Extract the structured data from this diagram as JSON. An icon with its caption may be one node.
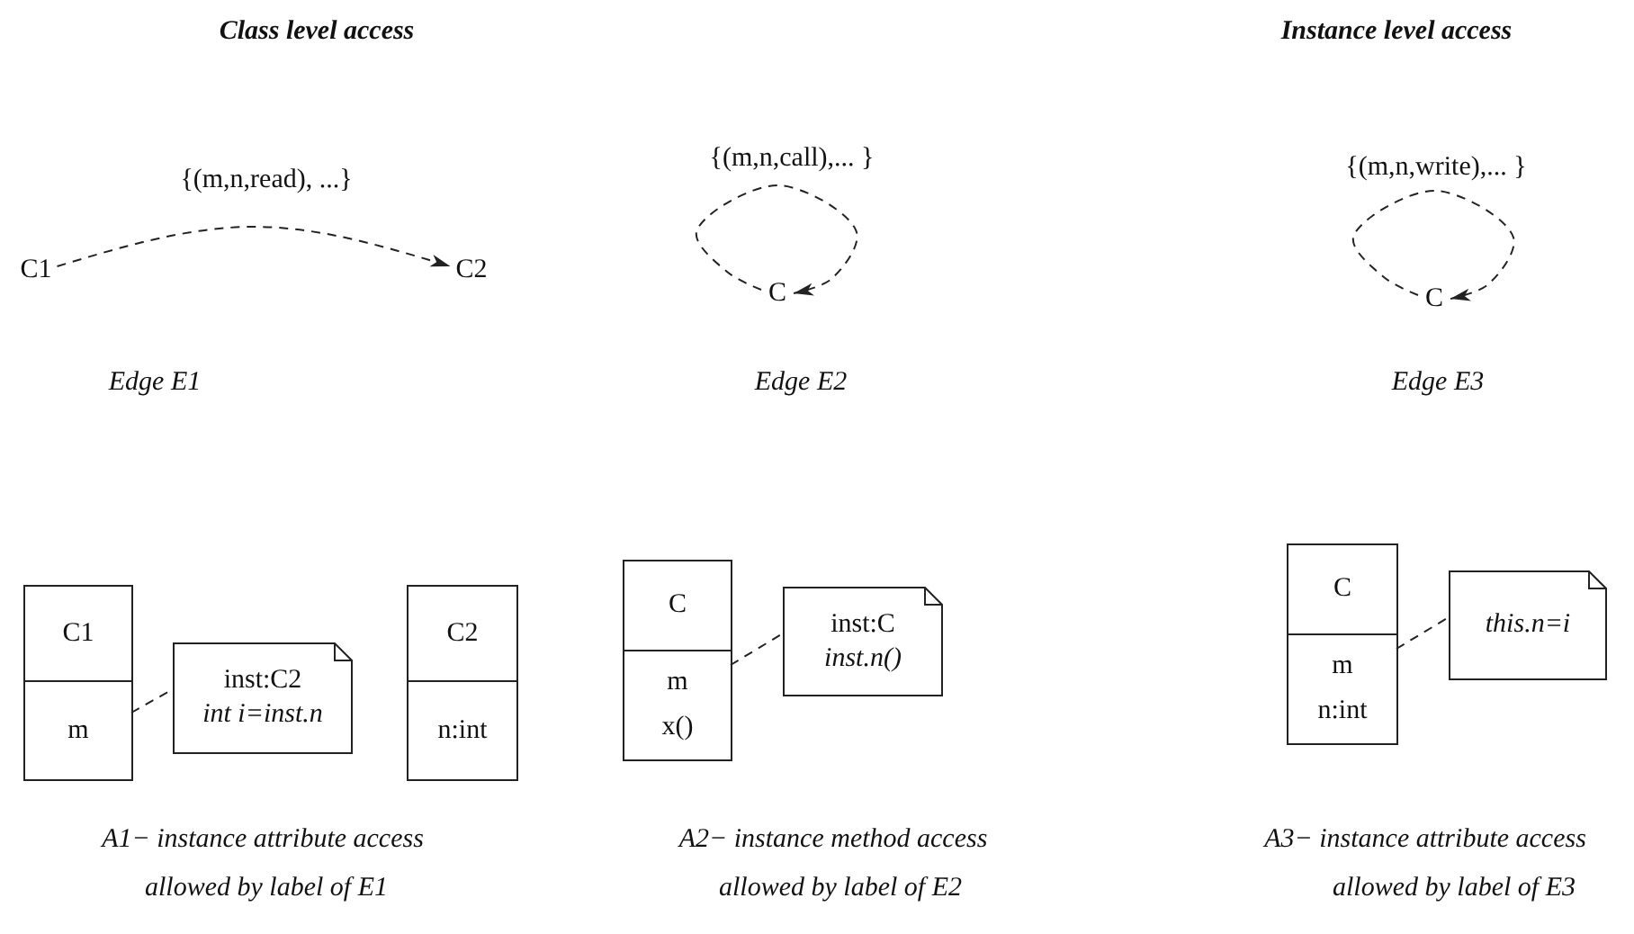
{
  "diagram": {
    "nodes": [
      {
        "text": [
          "C1"
        ]
      },
      {
        "text": [
          "C2"
        ]
      },
      {
        "text": [
          "C"
        ]
      },
      {
        "text": [
          "C"
        ]
      },
      {
        "text": [
          "C1"
        ]
      },
      {
        "text": [
          "m"
        ],
        "in": 4
      },
      {
        "text": [
          "inst:C2",
          "int i=inst.n"
        ]
      },
      {
        "text": [
          "C2"
        ]
      },
      {
        "text": [
          "n:int"
        ],
        "in": 7
      },
      {
        "text": [
          "C"
        ]
      },
      {
        "text": [
          "m",
          "x()"
        ],
        "in": 9
      },
      {
        "text": [
          "inst:C",
          "inst.n()"
        ]
      },
      {
        "text": [
          "C"
        ]
      },
      {
        "text": [
          "m",
          "n:int"
        ],
        "in": 12
      },
      {
        "text": [
          "this.n=i"
        ]
      }
    ],
    "edges": [
      {
        "from": 0,
        "to": 1,
        "arrow": "to",
        "style": "dashed",
        "label": "{(m,n,read), ...}"
      },
      {
        "from": 2,
        "to": 2,
        "arrow": "to",
        "style": "dashed",
        "label": "{(m,n,call),... }"
      },
      {
        "from": 3,
        "to": 3,
        "arrow": "to",
        "style": "dashed",
        "label": "{(m,n,write),... }"
      },
      {
        "from": 5,
        "to": 6,
        "arrow": "none",
        "style": "dashed"
      },
      {
        "from": 10,
        "to": 11,
        "arrow": "none",
        "style": "dashed"
      },
      {
        "from": 13,
        "to": 14,
        "arrow": "none",
        "style": "dashed"
      }
    ],
    "labels": [
      "Class level access",
      "Instance level access",
      "Edge E1",
      "Edge E2",
      "Edge E3",
      "A1− instance attribute access",
      "A2− instance method access",
      "A3− instance attribute access",
      "allowed by label of E1",
      "allowed by label of E2",
      "allowed by label of E3"
    ]
  }
}
